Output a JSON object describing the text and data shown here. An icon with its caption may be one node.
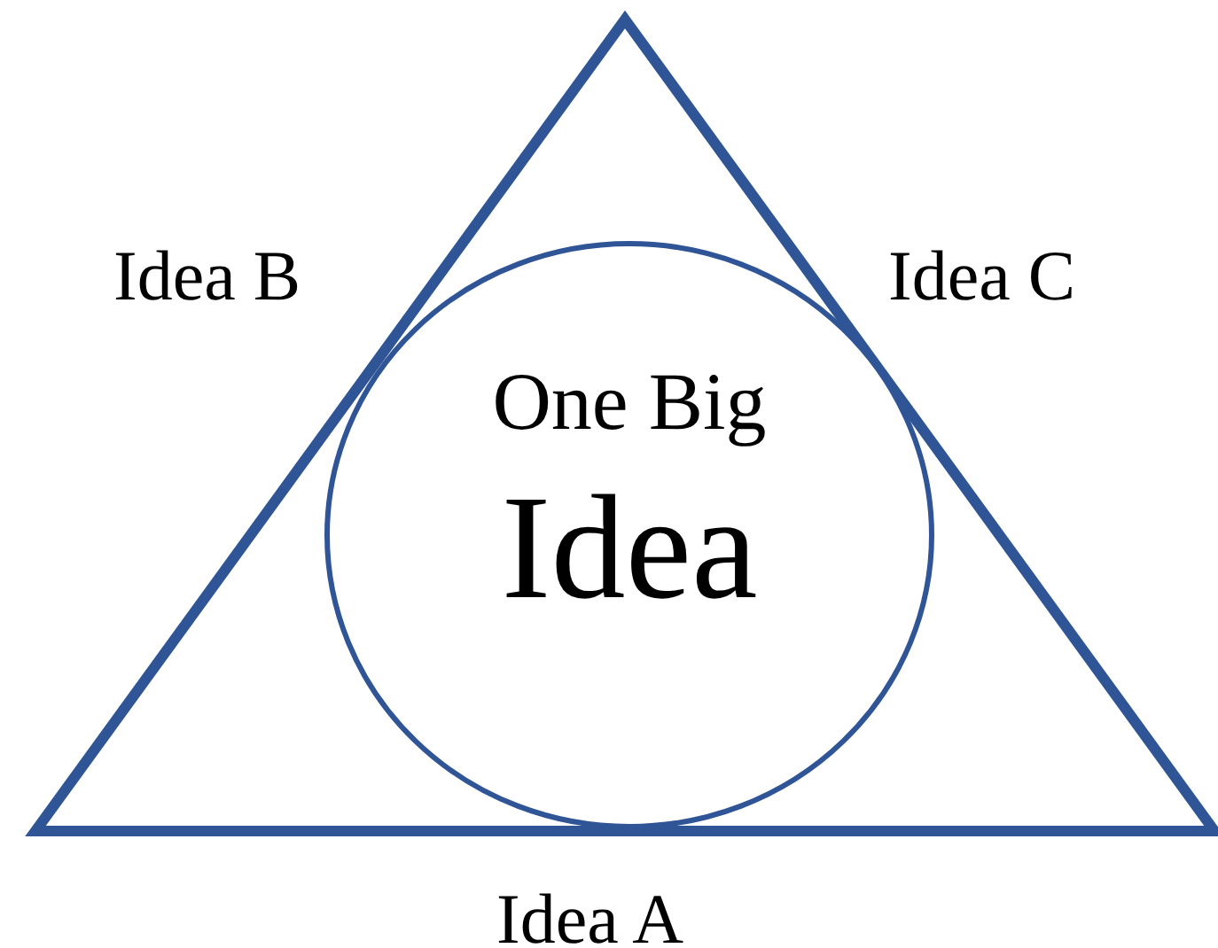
{
  "diagram": {
    "nodes": [
      {
        "text": [],
        "shape": "triangle"
      },
      {
        "text": [
          "One Big",
          "Idea"
        ],
        "in": 0
      }
    ],
    "labels": [
      "Idea B",
      "Idea C",
      "Idea A"
    ]
  }
}
